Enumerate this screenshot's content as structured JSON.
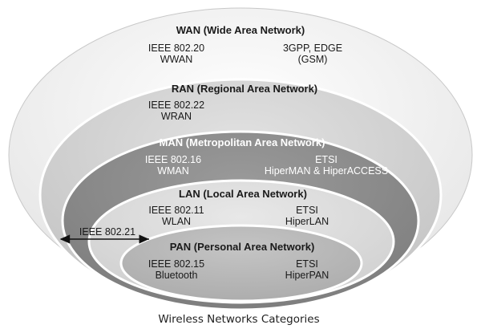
{
  "colors": {
    "wan_fill": "#ececec",
    "ran_fill": "#cccccc",
    "man_fill": "#8a8a8a",
    "lan_fill": "#dadada",
    "pan_fill": "#b8b8b8",
    "dark_text": "#1a1a1a",
    "light_text": "#ffffff",
    "arrow": "#111111"
  },
  "wan": {
    "title": "WAN (Wide Area Network)",
    "std_left_1": "IEEE 802.20",
    "std_left_2": "WWAN",
    "std_right_1": "3GPP, EDGE",
    "std_right_2": "(GSM)"
  },
  "ran": {
    "title": "RAN (Regional Area Network)",
    "std_left_1": "IEEE 802.22",
    "std_left_2": "WRAN"
  },
  "man": {
    "title": "MAN (Metropolitan Area Network)",
    "std_left_1": "IEEE 802.16",
    "std_left_2": "WMAN",
    "std_right_1": "ETSI",
    "std_right_2": "HiperMAN & HiperACCESS"
  },
  "lan": {
    "title": "LAN (Local Area Network)",
    "std_left_1": "IEEE 802.11",
    "std_left_2": "WLAN",
    "std_right_1": "ETSI",
    "std_right_2": "HiperLAN"
  },
  "bridge": {
    "label": "IEEE 802.21"
  },
  "pan": {
    "title": "PAN (Personal Area Network)",
    "std_left_1": "IEEE 802.15",
    "std_left_2": "Bluetooth",
    "std_right_1": "ETSI",
    "std_right_2": "HiperPAN"
  },
  "caption": "Wireless Networks Categories"
}
